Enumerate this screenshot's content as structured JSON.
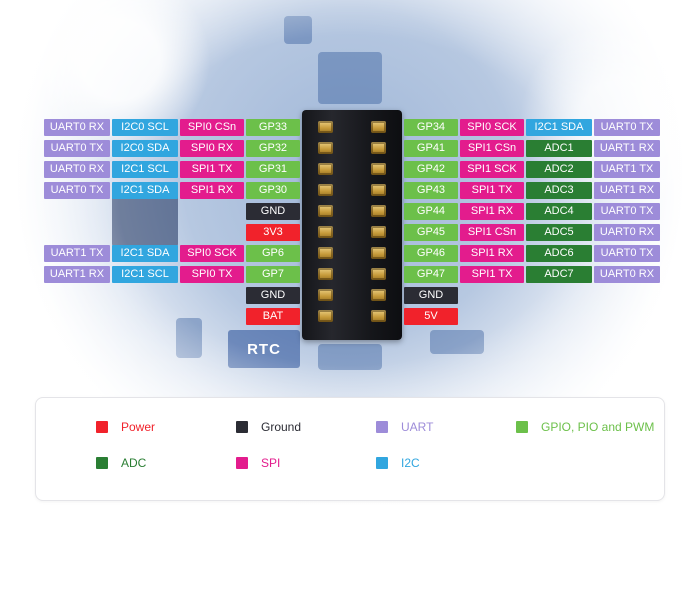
{
  "colors": {
    "power": "#f1222b",
    "ground": "#2b2c34",
    "uart": "#9d8cd9",
    "gpio": "#6cc04a",
    "adc": "#2a7e33",
    "spi": "#e31c8d",
    "i2c": "#31a6df"
  },
  "board": {
    "rtc_label": "RTC"
  },
  "pinout": {
    "left_rows": [
      {
        "cells": [
          {
            "t": "UART0 RX",
            "c": "uart"
          },
          {
            "t": "I2C0 SCL",
            "c": "i2c"
          },
          {
            "t": "SPI0 CSn",
            "c": "spi"
          },
          {
            "t": "GP33",
            "c": "gpio"
          }
        ]
      },
      {
        "cells": [
          {
            "t": "UART0 TX",
            "c": "uart"
          },
          {
            "t": "I2C0 SDA",
            "c": "i2c"
          },
          {
            "t": "SPI0 RX",
            "c": "spi"
          },
          {
            "t": "GP32",
            "c": "gpio"
          }
        ]
      },
      {
        "cells": [
          {
            "t": "UART0 RX",
            "c": "uart"
          },
          {
            "t": "I2C1 SCL",
            "c": "i2c"
          },
          {
            "t": "SPI1 TX",
            "c": "spi"
          },
          {
            "t": "GP31",
            "c": "gpio"
          }
        ]
      },
      {
        "cells": [
          {
            "t": "UART0 TX",
            "c": "uart"
          },
          {
            "t": "I2C1 SDA",
            "c": "i2c"
          },
          {
            "t": "SPI1 RX",
            "c": "spi"
          },
          {
            "t": "GP30",
            "c": "gpio"
          }
        ]
      },
      {
        "cells": [
          {
            "t": "GND",
            "c": "ground"
          }
        ]
      },
      {
        "cells": [
          {
            "t": "3V3",
            "c": "power"
          }
        ]
      },
      {
        "cells": [
          {
            "t": "UART1 TX",
            "c": "uart"
          },
          {
            "t": "I2C1 SDA",
            "c": "i2c"
          },
          {
            "t": "SPI0 SCK",
            "c": "spi"
          },
          {
            "t": "GP6",
            "c": "gpio"
          }
        ]
      },
      {
        "cells": [
          {
            "t": "UART1 RX",
            "c": "uart"
          },
          {
            "t": "I2C1 SCL",
            "c": "i2c"
          },
          {
            "t": "SPI0 TX",
            "c": "spi"
          },
          {
            "t": "GP7",
            "c": "gpio"
          }
        ]
      },
      {
        "cells": [
          {
            "t": "GND",
            "c": "ground"
          }
        ]
      },
      {
        "cells": [
          {
            "t": "BAT",
            "c": "power"
          }
        ]
      }
    ],
    "right_rows": [
      {
        "cells": [
          {
            "t": "GP34",
            "c": "gpio"
          },
          {
            "t": "SPI0 SCK",
            "c": "spi"
          },
          {
            "t": "I2C1 SDA",
            "c": "i2c"
          },
          {
            "t": "UART0 TX",
            "c": "uart"
          }
        ]
      },
      {
        "cells": [
          {
            "t": "GP41",
            "c": "gpio"
          },
          {
            "t": "SPI1 CSn",
            "c": "spi"
          },
          {
            "t": "ADC1",
            "c": "adc"
          },
          {
            "t": "UART1 RX",
            "c": "uart"
          }
        ]
      },
      {
        "cells": [
          {
            "t": "GP42",
            "c": "gpio"
          },
          {
            "t": "SPI1 SCK",
            "c": "spi"
          },
          {
            "t": "ADC2",
            "c": "adc"
          },
          {
            "t": "UART1 TX",
            "c": "uart"
          }
        ]
      },
      {
        "cells": [
          {
            "t": "GP43",
            "c": "gpio"
          },
          {
            "t": "SPI1 TX",
            "c": "spi"
          },
          {
            "t": "ADC3",
            "c": "adc"
          },
          {
            "t": "UART1 RX",
            "c": "uart"
          }
        ]
      },
      {
        "cells": [
          {
            "t": "GP44",
            "c": "gpio"
          },
          {
            "t": "SPI1 RX",
            "c": "spi"
          },
          {
            "t": "ADC4",
            "c": "adc"
          },
          {
            "t": "UART0 TX",
            "c": "uart"
          }
        ]
      },
      {
        "cells": [
          {
            "t": "GP45",
            "c": "gpio"
          },
          {
            "t": "SPI1 CSn",
            "c": "spi"
          },
          {
            "t": "ADC5",
            "c": "adc"
          },
          {
            "t": "UART0 RX",
            "c": "uart"
          }
        ]
      },
      {
        "cells": [
          {
            "t": "GP46",
            "c": "gpio"
          },
          {
            "t": "SPI1 RX",
            "c": "spi"
          },
          {
            "t": "ADC6",
            "c": "adc"
          },
          {
            "t": "UART0 TX",
            "c": "uart"
          }
        ]
      },
      {
        "cells": [
          {
            "t": "GP47",
            "c": "gpio"
          },
          {
            "t": "SPI1 TX",
            "c": "spi"
          },
          {
            "t": "ADC7",
            "c": "adc"
          },
          {
            "t": "UART0 RX",
            "c": "uart"
          }
        ]
      },
      {
        "cells": [
          {
            "t": "GND",
            "c": "ground"
          }
        ]
      },
      {
        "cells": [
          {
            "t": "5V",
            "c": "power"
          }
        ]
      }
    ]
  },
  "legend": {
    "rows": [
      [
        {
          "label": "Power",
          "color": "power"
        },
        {
          "label": "Ground",
          "color": "ground"
        },
        {
          "label": "UART",
          "color": "uart"
        },
        {
          "label": "GPIO, PIO and PWM",
          "color": "gpio",
          "wide": true
        }
      ],
      [
        {
          "label": "ADC",
          "color": "adc"
        },
        {
          "label": "SPI",
          "color": "spi"
        },
        {
          "label": "I2C",
          "color": "i2c"
        }
      ]
    ]
  }
}
